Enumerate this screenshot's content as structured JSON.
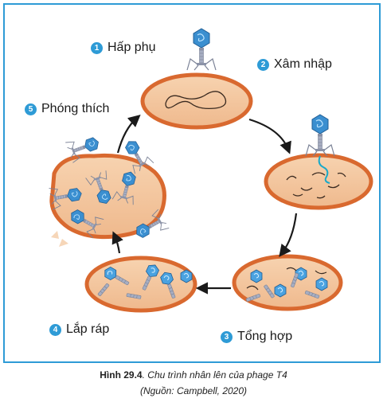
{
  "steps": [
    {
      "number": "1",
      "label": "Hấp phụ"
    },
    {
      "number": "2",
      "label": "Xâm nhập"
    },
    {
      "number": "3",
      "label": "Tổng hợp"
    },
    {
      "number": "4",
      "label": "Lắp ráp"
    },
    {
      "number": "5",
      "label": "Phóng thích"
    }
  ],
  "caption": {
    "figure": "Hình 29.4",
    "title": ". Chu trình nhân lên của phage T4",
    "source": "(Nguồn: Campbell, 2020)"
  },
  "colors": {
    "frame": "#2e9bd6",
    "cell_fill": "#f2c49b",
    "cell_wall": "#d9692f",
    "phage_head": "#3b8fd0",
    "phage_tail": "#9aa3b8",
    "dna_new": "#19a9c9",
    "arrow": "#1a1a1a"
  }
}
